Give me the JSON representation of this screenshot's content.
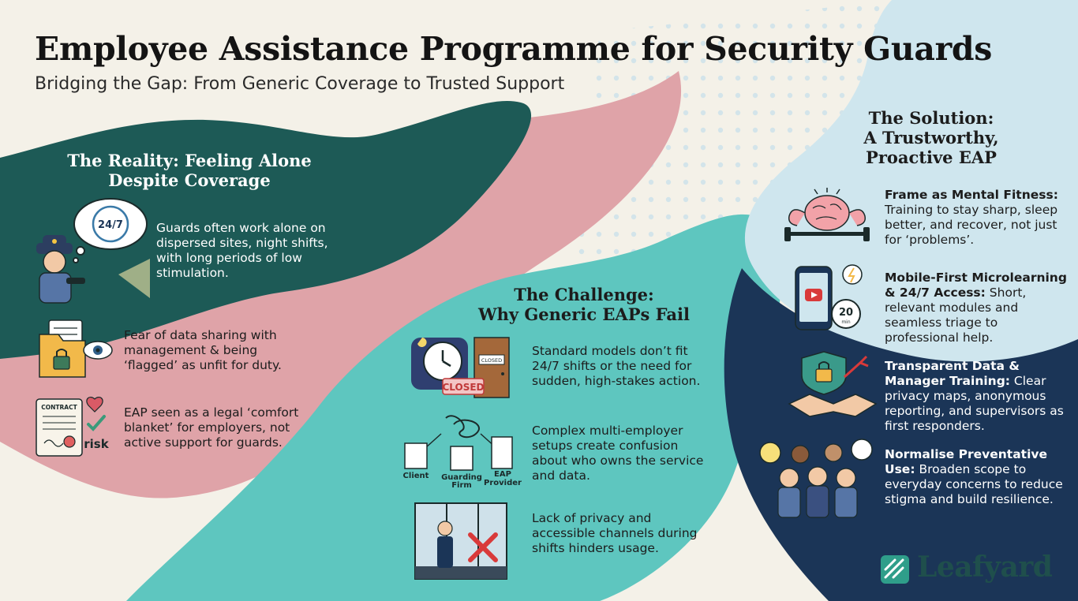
{
  "header": {
    "title": "Employee Assistance Programme for Security Guards",
    "subtitle": "Bridging the Gap: From Generic Coverage to Trusted Support"
  },
  "reality": {
    "heading_line1": "The Reality: Feeling Alone",
    "heading_line2": "Despite Coverage",
    "items": [
      {
        "icon": "guard-with-phone-icon",
        "text": "Guards often work alone on dispersed sites, night shifts, with long periods of low stimulation."
      },
      {
        "icon": "folder-lock-eye-icon",
        "text": "Fear of data sharing with management & being ‘flagged’ as unfit for duty."
      },
      {
        "icon": "contract-risk-icon",
        "text": "EAP seen as a legal ‘comfort blanket’ for employers, not active support for guards."
      }
    ],
    "bubble_label": "24/7",
    "contract_label": "CONTRACT",
    "risk_label": "risk"
  },
  "challenge": {
    "heading_line1": "The Challenge:",
    "heading_line2": "Why Generic EAPs Fail",
    "items": [
      {
        "icon": "clock-closed-door-icon",
        "text": "Standard models don’t fit 24/7 shifts or the need for sudden, high-stakes action."
      },
      {
        "icon": "multi-employer-buildings-icon",
        "text": "Complex multi-employer setups create confusion about who owns the service and data."
      },
      {
        "icon": "guard-window-cross-icon",
        "text": "Lack of privacy and accessible channels during shifts hinders usage."
      }
    ],
    "closed_label": "CLOSED",
    "door_sign": "CLOSED",
    "building_labels": {
      "client": "Client",
      "firm_line1": "Guarding",
      "firm_line2": "Firm",
      "provider_line1": "EAP",
      "provider_line2": "Provider"
    }
  },
  "solution": {
    "heading_line1": "The Solution:",
    "heading_line2": "A Trustworthy,",
    "heading_line3": "Proactive EAP",
    "items": [
      {
        "icon": "brain-dumbbell-icon",
        "bold": "Frame as Mental Fitness:",
        "text": " Training to stay sharp, sleep better, and recover, not just for ‘problems’."
      },
      {
        "icon": "mobile-timer-icon",
        "bold": "Mobile-First Microlearning & 24/7 Access:",
        "text": " Short, relevant modules and seamless triage to professional help."
      },
      {
        "icon": "shield-handshake-icon",
        "bold": "Transparent Data & Manager Training:",
        "text": " Clear privacy maps, anonymous reporting, and supervisors as first responders."
      },
      {
        "icon": "guard-team-icon",
        "bold": "Normalise Preventative Use:",
        "text": " Broaden scope to everyday concerns to reduce stigma and build resilience."
      }
    ],
    "timer_label": "20",
    "timer_unit": "min"
  },
  "brand": {
    "name": "Leafyard"
  },
  "colors": {
    "background": "#f4f1e8",
    "teal_dark": "#1d5a56",
    "pink": "#dfa3a8",
    "teal_light": "#5ec6bf",
    "navy": "#1b3557",
    "sky": "#cfe6ee"
  }
}
